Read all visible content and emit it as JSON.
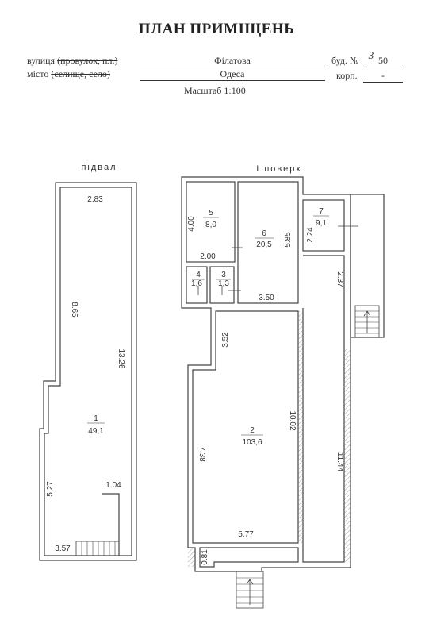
{
  "header": {
    "title": "ПЛАН ПРИМІЩЕНЬ",
    "street_label": "вулиця",
    "street_label_struck": "(провулок, пл.)",
    "city_label": "місто",
    "city_label_struck": "(селище, село)",
    "street_value": "Філатова",
    "city_value": "Одеса",
    "building_label": "буд. №",
    "building_value": "50",
    "building_prefix_hand": "3",
    "corpus_label": "корп.",
    "corpus_value": "-",
    "scale": "Масштаб 1:100"
  },
  "plan": {
    "basement_title": "підвал",
    "floor_title": "І поверх",
    "dimensions": {
      "b_top": "2.83",
      "b_left": "8.65",
      "b_inner": "13.26",
      "b_lower": "5.27",
      "b_step": "1.04",
      "b_bottom": "3.57",
      "r5_h": "4.00",
      "r5_w": "2.00",
      "r6_h": "5.85",
      "r6_w": "3.50",
      "r7_h": "2.24",
      "corr": "2.37",
      "r2_top": "3.52",
      "r2_h": "10.02",
      "r2_left": "7.38",
      "r2_w": "5.77",
      "long": "11.44",
      "entry": "0.81"
    },
    "rooms": [
      {
        "id": "1",
        "area": "49,1"
      },
      {
        "id": "2",
        "area": "103,6"
      },
      {
        "id": "3",
        "area": "1,3"
      },
      {
        "id": "4",
        "area": "1,6"
      },
      {
        "id": "5",
        "area": "8,0"
      },
      {
        "id": "6",
        "area": "20,5"
      },
      {
        "id": "7",
        "area": "9,1"
      }
    ]
  }
}
